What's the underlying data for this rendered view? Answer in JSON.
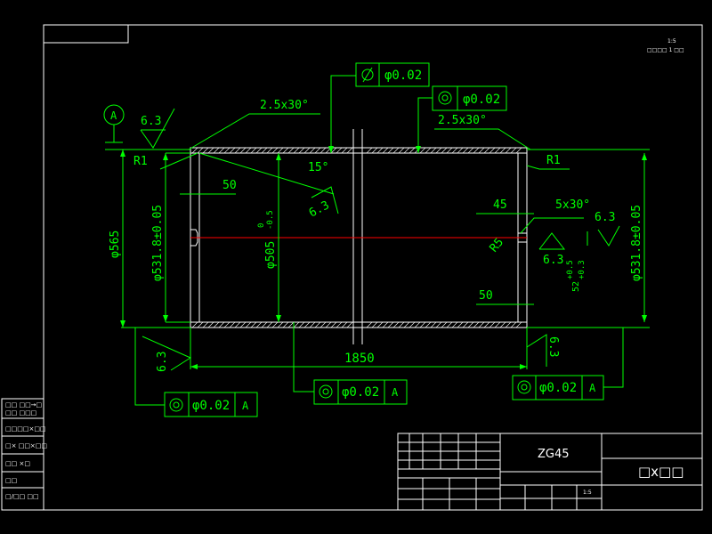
{
  "colors": {
    "background": "#000000",
    "frame": "#ffffff",
    "dimension": "#00ff00",
    "centerline": "#ff0000",
    "outline": "#ffffff"
  },
  "tolerance_frames": {
    "top_runout": {
      "symbol": "runout-icon",
      "value": "φ0.02"
    },
    "top_concentric": {
      "symbol": "concentricity-icon",
      "value": "φ0.02"
    },
    "bottom_left": {
      "symbol": "concentricity-icon",
      "value": "φ0.02",
      "datum": "A"
    },
    "bottom_mid": {
      "symbol": "concentricity-icon",
      "value": "φ0.02",
      "datum": "A"
    },
    "bottom_right": {
      "symbol": "concentricity-icon",
      "value": "φ0.02",
      "datum": "A"
    }
  },
  "datum_label": "A",
  "dimensions": {
    "chamfer_left": "2.5x30°",
    "chamfer_right": "2.5x30°",
    "radius_left": "R1",
    "radius_right": "R1",
    "angle": "15°",
    "length_50_left": "50",
    "length_45": "45",
    "chamfer_5": "5x30°",
    "radius_r5": "R5",
    "length_50_right": "50",
    "total_length": "1850",
    "dia_outer": "φ565",
    "dia_fit_left": "φ531.8±0.05",
    "dia_inner": "φ505",
    "dia_inner_tol_upper": "0",
    "dia_inner_tol_lower": "-0.5",
    "dia_fit_right": "φ531.8±0.05",
    "groove_upper": "+0.5",
    "groove_value": "52",
    "groove_lower": "+0.3"
  },
  "roughness": {
    "top_left": "6.3",
    "mid_left": "6.3",
    "right_top": "6.3",
    "right_mid": "6.3",
    "bottom_left": "6.3",
    "bottom_right": "6.3"
  },
  "title_block": {
    "material": "ZG45",
    "drawing_name": "□x□□",
    "scale": "1:5"
  },
  "corner_note": {
    "line1": "1:5",
    "line2": "□□□□ 1 □□"
  },
  "side_table": {
    "rows": [
      "□□ □□→□",
      "□□ □□□",
      "□□□□×□□",
      "□× □□×□□",
      "□□  ×□",
      "□□",
      "□/□□ □□"
    ]
  }
}
